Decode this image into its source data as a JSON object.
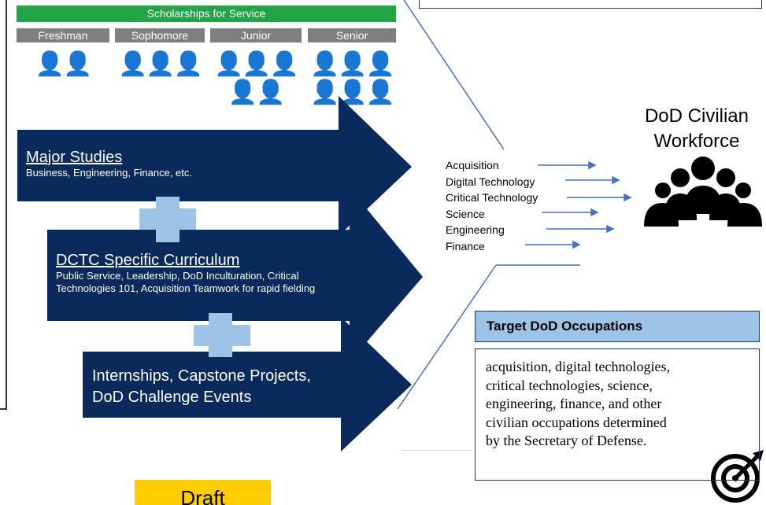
{
  "scholarships": {
    "title": "Scholarships for Service",
    "years": [
      {
        "label": "Freshman",
        "people": "👤👤"
      },
      {
        "label": "Sophomore",
        "people": "👤👤👤"
      },
      {
        "label": "Junior",
        "people": "👤👤👤 👤👤"
      },
      {
        "label": "Senior",
        "people": "👤👤👤 👤👤👤"
      }
    ]
  },
  "arrows": {
    "major": {
      "title": "Major Studies",
      "subtitle": "Business, Engineering, Finance, etc."
    },
    "dctc": {
      "title": "DCTC Specific Curriculum",
      "line1": "Public Service, Leadership, DoD Inculturation, Critical",
      "line2": "Technologies 101, Acquisition Teamwork for rapid fielding"
    },
    "internships": {
      "line1": "Internships, Capstone Projects,",
      "line2": "DoD Challenge Events"
    }
  },
  "occupations": [
    "Acquisition",
    "Digital Technology",
    "Critical Technology",
    "Science",
    "Engineering",
    "Finance"
  ],
  "workforce": {
    "line1": "DoD Civilian",
    "line2": "Workforce",
    "icon": "people-group-icon"
  },
  "target": {
    "heading": "Target DoD Occupations",
    "lines": [
      "acquisition, digital technologies,",
      "critical technologies, science,",
      "engineering, finance, and other",
      "civilian occupations determined",
      "by the Secretary of Defense."
    ],
    "icon": "target-icon"
  },
  "draft_label": "Draft",
  "colors": {
    "green": "#22a447",
    "gray": "#7f7f7f",
    "navy": "#0b2a5c",
    "plus": "#9dc3e6",
    "accent_blue": "#4472c4",
    "draft": "#ffcc00"
  }
}
